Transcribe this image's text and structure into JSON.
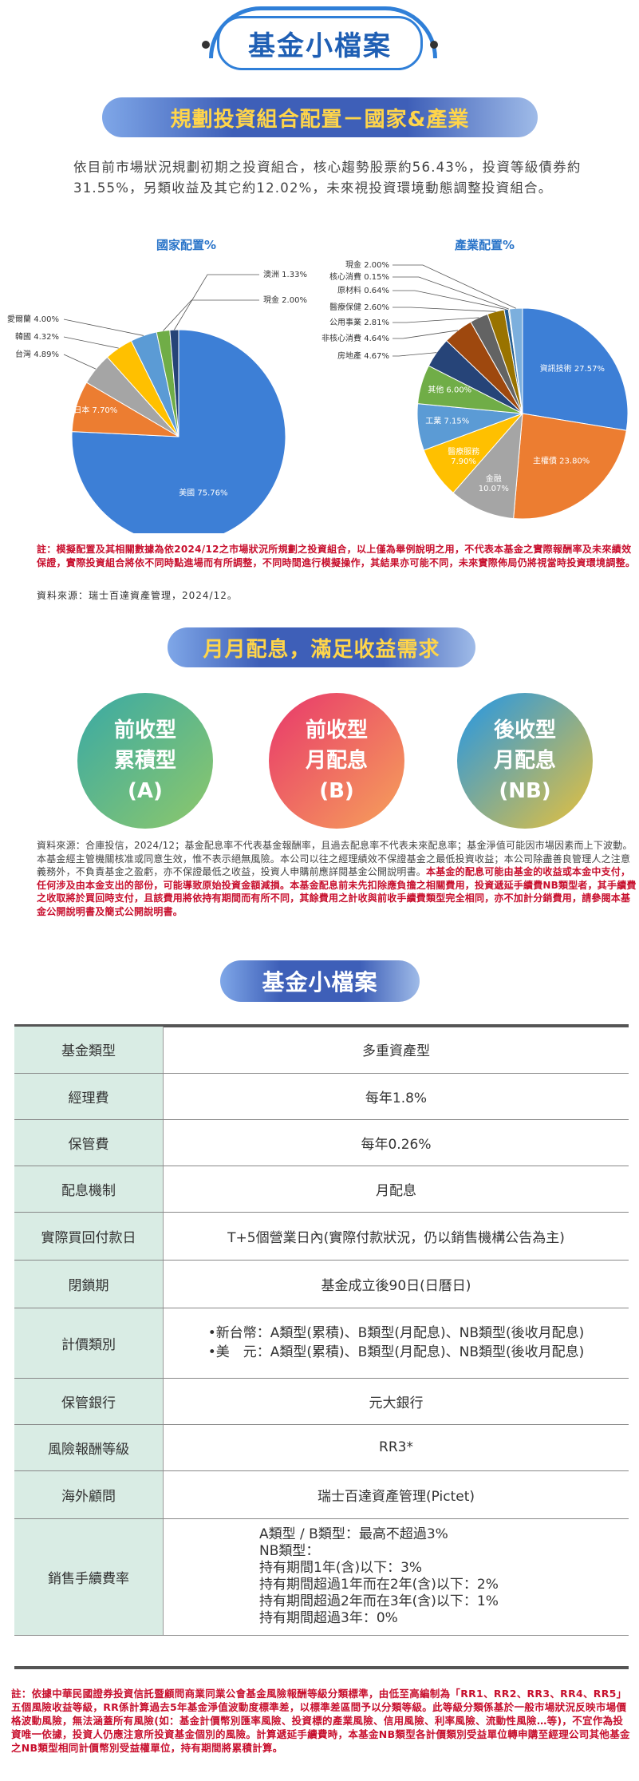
{
  "header": {
    "title": "基金小檔案"
  },
  "section1": {
    "banner": "規劃投資組合配置－國家&產業",
    "intro": "依目前市場狀況規劃初期之投資組合，核心趨勢股票約56.43%，投資等級債券約31.55%，另類收益及其它約12.02%，未來視投資環境動態調整投資組合。",
    "country_title": "國家配置%",
    "industry_title": "產業配置%",
    "note": "註：模擬配置及其相關數據為依2024/12之市場狀況所規劃之投資組合，以上僅為舉例說明之用，不代表本基金之實際報酬率及未來績效保證，實際投資組合將依不同時點進場而有所調整，不同時間進行模擬操作，其結果亦可能不同，未來實際佈局仍將視當時投資環境調整。",
    "source": "資料來源：瑞士百達資產管理，2024/12。"
  },
  "chart_data": [
    {
      "type": "pie",
      "title": "國家配置%",
      "categories": [
        "美國",
        "日本",
        "台灣",
        "韓國",
        "愛爾蘭",
        "現金",
        "澳洲"
      ],
      "values": [
        75.76,
        7.7,
        4.89,
        4.32,
        4.0,
        2.0,
        1.33
      ],
      "labels": [
        "美國 75.76%",
        "日本 7.70%",
        "台灣 4.89%",
        "韓國 4.32%",
        "愛爾蘭 4.00%",
        "現金 2.00%",
        "澳洲 1.33%"
      ],
      "colors": [
        "#3d7fd6",
        "#ec7d31",
        "#a5a5a5",
        "#ffc000",
        "#5b9bd5",
        "#70ad47",
        "#264478"
      ]
    },
    {
      "type": "pie",
      "title": "產業配置%",
      "categories": [
        "資訊技術",
        "主權債",
        "金融",
        "醫療服務",
        "工業",
        "其他",
        "房地產",
        "非核心消費",
        "公用事業",
        "醫療保健",
        "原材料",
        "核心消費",
        "現金"
      ],
      "values": [
        27.57,
        23.8,
        10.07,
        7.9,
        7.15,
        6.0,
        4.67,
        4.64,
        2.81,
        2.6,
        0.64,
        0.15,
        2.0
      ],
      "labels": [
        "資訊技術 27.57%",
        "主權債 23.80%",
        "金融 10.07%",
        "醫療服務 7.90%",
        "工業 7.15%",
        "其他 6.00%",
        "房地產 4.67%",
        "非核心消費 4.64%",
        "公用事業 2.81%",
        "醫療保健 2.60%",
        "原材料 0.64%",
        "核心消費 0.15%",
        "現金 2.00%"
      ],
      "colors": [
        "#3d7fd6",
        "#ec7d31",
        "#a5a5a5",
        "#ffc000",
        "#5b9bd5",
        "#70ad47",
        "#264478",
        "#9e480e",
        "#636363",
        "#997300",
        "#255e91",
        "#43682b",
        "#7cafdd"
      ]
    }
  ],
  "section2": {
    "banner": "月月配息，滿足收益需求",
    "circles": [
      {
        "l1": "前收型",
        "l2": "累積型",
        "l3": "(A)"
      },
      {
        "l1": "前收型",
        "l2": "月配息",
        "l3": "(B)"
      },
      {
        "l1": "後收型",
        "l2": "月配息",
        "l3": "(NB)"
      }
    ],
    "source_plain": "資料來源：合庫投信，2024/12；基金配息率不代表基金報酬率，且過去配息率不代表未來配息率；基金淨值可能因市場因素而上下波動。本基金經主管機關核准或同意生效，惟不表示絕無風險。本公司以往之經理績效不保證基金之最低投資收益；本公司除盡善良管理人之注意義務外，不負責基金之盈虧，亦不保證最低之收益，投資人申購前應詳閱基金公開說明書。",
    "source_red": "本基金的配息可能由基金的收益或本金中支付，任何涉及由本金支出的部份，可能導致原始投資金額減損。本基金配息前未先扣除應負擔之相關費用，投資遞延手續費NB類型者，其手續費之收取將於買回時支付，且該費用將依持有期間而有所不同，其餘費用之計收與前收手續費類型完全相同，亦不加計分銷費用，請參閱本基金公開說明書及簡式公開說明書。"
  },
  "section3": {
    "banner": "基金小檔案",
    "rows": [
      {
        "k": "基金類型",
        "v": "多重資產型"
      },
      {
        "k": "經理費",
        "v": "每年1.8%"
      },
      {
        "k": "保管費",
        "v": "每年0.26%"
      },
      {
        "k": "配息機制",
        "v": "月配息"
      },
      {
        "k": "實際買回付款日",
        "v": "T+5個營業日內(實際付款狀況，仍以銷售機構公告為主)"
      },
      {
        "k": "閉鎖期",
        "v": "基金成立後90日(日曆日)"
      },
      {
        "k": "計價類別",
        "v1": "•新台幣：A類型(累積)、B類型(月配息)、NB類型(後收月配息)",
        "v2": "•美　元：A類型(累積)、B類型(月配息)、NB類型(後收月配息)"
      },
      {
        "k": "保管銀行",
        "v": "元大銀行"
      },
      {
        "k": "風險報酬等級",
        "v": "RR3*"
      },
      {
        "k": "海外顧問",
        "v": "瑞士百達資產管理(Pictet)"
      },
      {
        "k": "銷售手續費率",
        "lines": [
          "A類型 / B類型：最高不超過3%",
          "NB類型：",
          "持有期間1年(含)以下：3%",
          "持有期間超過1年而在2年(含)以下：2%",
          "持有期間超過2年而在3年(含)以下：1%",
          "持有期間超過3年：0%"
        ]
      }
    ],
    "note": "註：依據中華民國證券投資信託暨顧問商業同業公會基金風險報酬等級分類標準，由低至高編制為「RR1、RR2、RR3、RR4、RR5」五個風險收益等級，RR係計算過去5年基金淨值波動度標準差，以標準差區間予以分類等級。此等級分類係基於一般市場狀況反映市場價格波動風險，無法涵蓋所有風險(如：基金計價幣別匯率風險、投資標的產業風險、信用風險、利率風險、流動性風險…等)，不宜作為投資唯一依據，投資人仍應注意所投資基金個別的風險。計算遞延手續費時，本基金NB類型各計價類別受益單位轉申購至經理公司其他基金之NB類型相同計價幣別受益權單位，持有期間將累積計算。"
  }
}
